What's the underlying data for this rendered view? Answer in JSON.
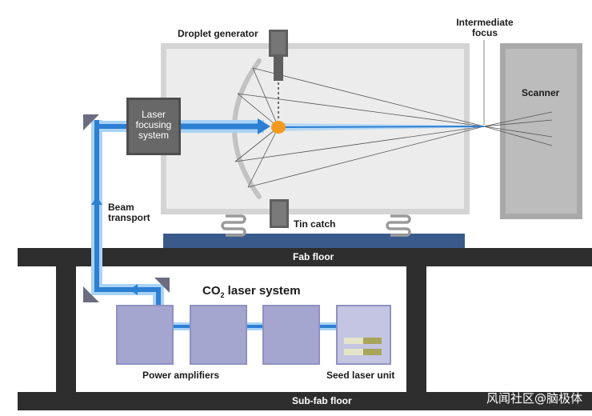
{
  "labels": {
    "droplet_generator": "Droplet generator",
    "intermediate_focus_line1": "Intermediate",
    "intermediate_focus_line2": "focus",
    "scanner": "Scanner",
    "laser_focusing_line1": "Laser",
    "laser_focusing_line2": "focusing",
    "laser_focusing_line3": "system",
    "beam_transport_line1": "Beam",
    "beam_transport_line2": "transport",
    "tin_catch": "Tin catch",
    "fab_floor": "Fab floor",
    "co2_prefix": "CO",
    "co2_subscript": "2",
    "co2_suffix": " laser system",
    "power_amplifiers": "Power amplifiers",
    "seed_laser_unit": "Seed laser unit",
    "sub_fab_floor": "Sub-fab floor"
  },
  "watermark": "风闻社区@脑极体",
  "colors": {
    "floor": "#2e2e2e",
    "platform": "#3a5a8c",
    "chamber_outer": "#d4d4d4",
    "chamber_inner": "#ececec",
    "scanner_outer": "#a9a9a9",
    "scanner_inner": "#bcbcbc",
    "device_dark": "#5f5f5f",
    "beam_dark": "#2d7fd3",
    "beam_light": "#a9d3f5",
    "droplet": "#f39a1e",
    "amplifier_fill": "#a4a6cf",
    "amplifier_border": "#8f91c2",
    "seed_fill": "#c4c5e2",
    "mirror": "#6c6c80"
  }
}
